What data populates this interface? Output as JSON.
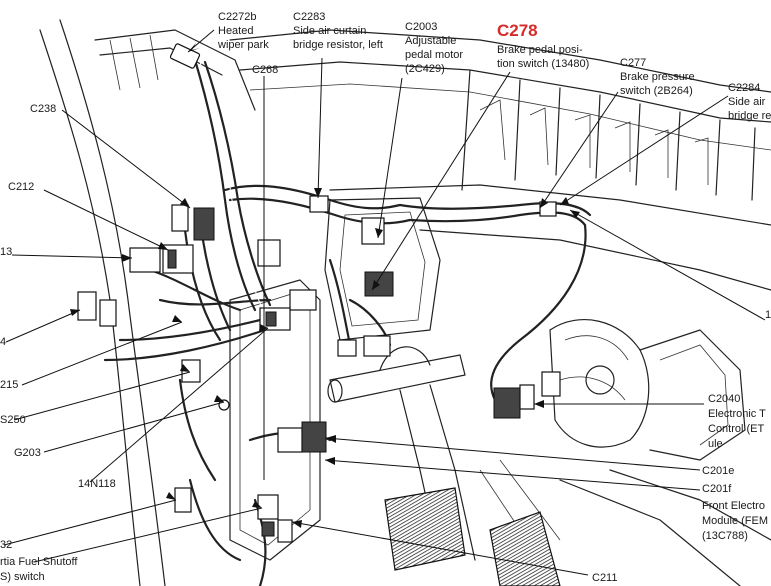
{
  "colors": {
    "highlight": "#d62b2b",
    "ink": "#1a1a1a"
  },
  "labels": {
    "C2272b": [
      "C2272b",
      "Heated",
      "wiper park"
    ],
    "C2283": [
      "C2283",
      "Side air curtain",
      "bridge resistor, left"
    ],
    "C2003": [
      "C2003",
      "Adjustable",
      "pedal motor",
      "(2C429)"
    ],
    "C278": [
      "C278"
    ],
    "C278_desc": [
      "Brake pedal posi-",
      "tion switch (13480)"
    ],
    "C277": [
      "C277",
      "Brake pressure",
      "switch (2B264)"
    ],
    "C2284": [
      "C2284",
      "Side air",
      "bridge re"
    ],
    "C268": [
      "C268"
    ],
    "C238": [
      "C238"
    ],
    "C212": [
      "C212"
    ],
    "n13": [
      "13"
    ],
    "n4": [
      "4"
    ],
    "n215": [
      "215"
    ],
    "S250": [
      "S250"
    ],
    "G203": [
      "G203"
    ],
    "N14N118": [
      "14N118"
    ],
    "n32": [
      "32"
    ],
    "inertia": [
      "rtia Fuel Shutoff",
      "S) switch"
    ],
    "C2040": [
      "C2040",
      "Electronic T",
      "Control (ET",
      "ule"
    ],
    "C201e": [
      "C201e"
    ],
    "C201f": [
      "C201f",
      "Front Electro",
      "Module (FEM",
      "(13C788)"
    ],
    "C211": [
      "C211"
    ],
    "n1": [
      "1"
    ]
  }
}
